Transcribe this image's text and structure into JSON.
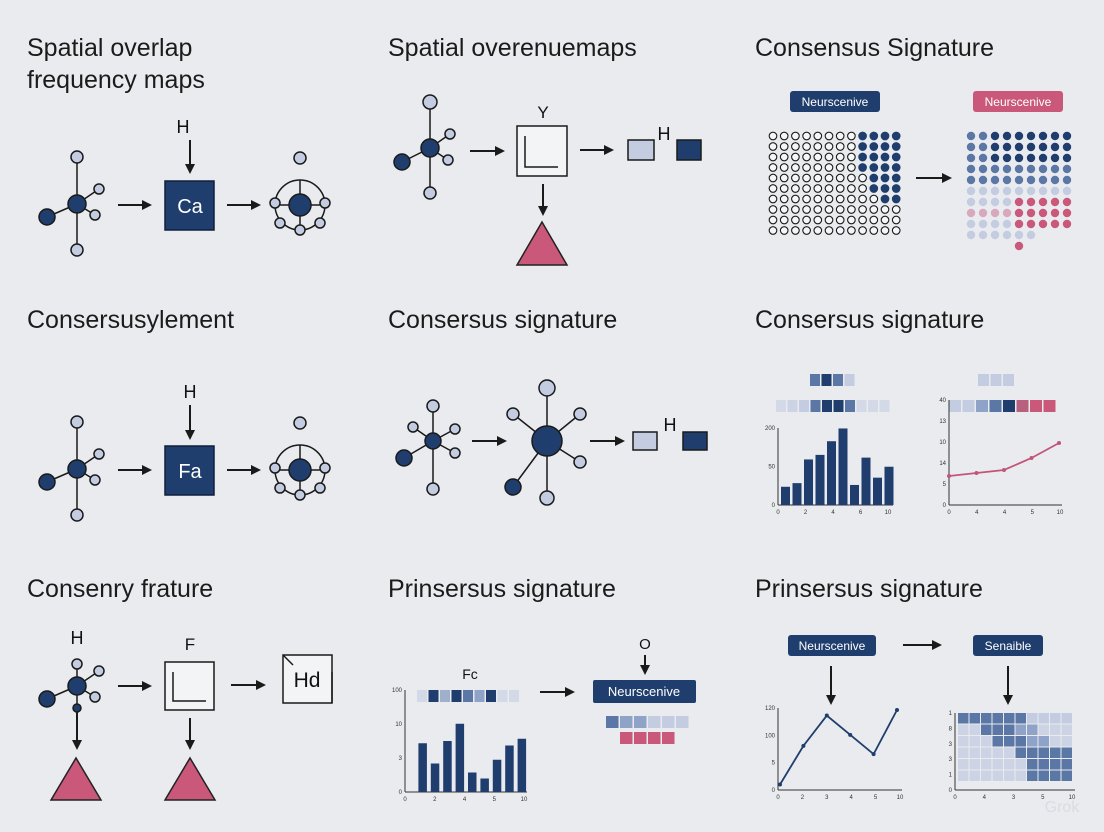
{
  "colors": {
    "background": "#e9ebee",
    "navy": "#1f3e6d",
    "mid_blue": "#5a77a6",
    "light_blue": "#c3cce0",
    "pink": "#c9587a",
    "line": "#1a1a1a"
  },
  "panels": [
    {
      "title_lines": [
        "Spatial overlap",
        "frequency maps"
      ],
      "top_label": "H",
      "box_label": "Ca"
    },
    {
      "title": "Spatial overenuemaps",
      "top_label": "Y",
      "side_label": "H"
    },
    {
      "title": "Consensus Signature",
      "left_pill": "Neurscenive",
      "right_pill": "Neurscenive"
    },
    {
      "title": "Consersusylement",
      "top_label": "H",
      "box_label": "Fa"
    },
    {
      "title": "Consersus signature",
      "side_label": "H"
    },
    {
      "title": "Consersus signature",
      "bar_chart": {
        "y_ticks": [
          "0",
          "50",
          "200"
        ],
        "x_ticks": [
          "0",
          "2",
          "4",
          "6",
          "10"
        ],
        "values": [
          20,
          24,
          50,
          55,
          70,
          84,
          22,
          52,
          30,
          42
        ]
      },
      "line_chart": {
        "y_ticks": [
          "0",
          "5",
          "14",
          "10",
          "13",
          "40"
        ],
        "x_ticks": [
          "0",
          "4",
          "4",
          "5",
          "10"
        ],
        "values": [
          4,
          5,
          6,
          10,
          15
        ]
      }
    },
    {
      "title": "Consenry frature",
      "top_label": "H",
      "box_top_label": "F",
      "box_label": "Hd"
    },
    {
      "title": "Prinsersus signature",
      "chart_label": "Fc",
      "top_label": "O",
      "box_label": "Neurscenive",
      "bar_chart": {
        "y_ticks": [
          "0",
          "3",
          "10",
          "100"
        ],
        "x_ticks": [
          "0",
          "2",
          "4",
          "5",
          "10"
        ],
        "values": [
          0,
          6.5,
          3.8,
          6.8,
          9.1,
          2.6,
          1.8,
          4.3,
          6.2,
          7.1
        ]
      }
    },
    {
      "title": "Prinsersus signature",
      "left_pill": "Neurscenive",
      "right_pill": "Senaible",
      "line_chart": {
        "y_ticks": [
          "0",
          "5",
          "100",
          "120"
        ],
        "x_ticks": [
          "0",
          "2",
          "3",
          "4",
          "5",
          "10"
        ],
        "values": [
          1,
          8,
          13.5,
          10,
          6.5,
          14.5
        ]
      },
      "heatmap": {
        "y_ticks": [
          "0",
          "1",
          "3",
          "3",
          "8",
          "1"
        ],
        "x_ticks": [
          "0",
          "4",
          "3",
          "5",
          "10"
        ]
      }
    }
  ],
  "watermark": "Grok"
}
